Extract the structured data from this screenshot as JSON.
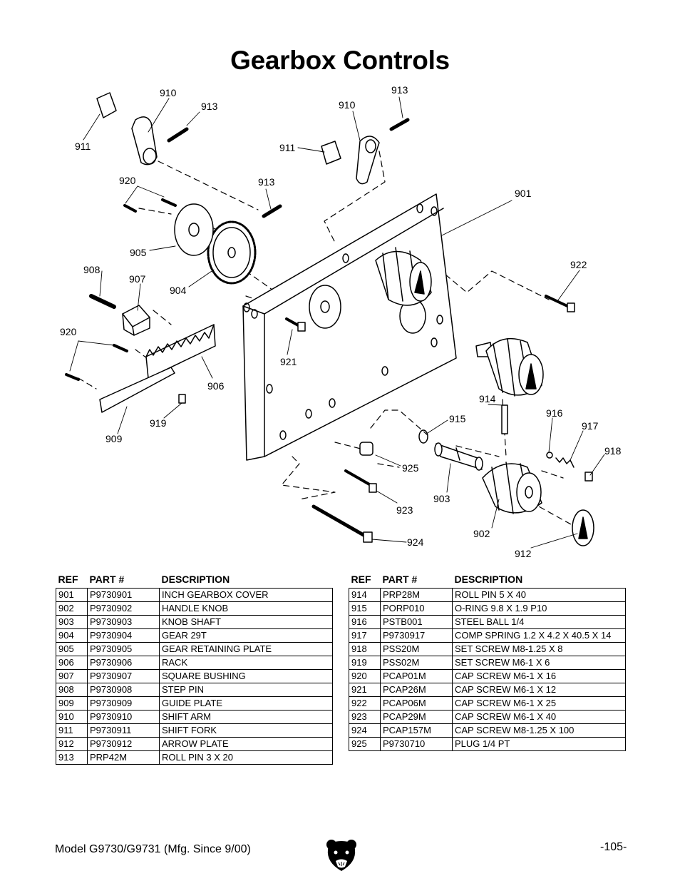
{
  "page": {
    "title": "Gearbox Controls",
    "model": "Model G9730/G9731 (Mfg. Since 9/00)",
    "page_number": "-105-"
  },
  "diagram": {
    "callouts": {
      "c901": "901",
      "c902": "902",
      "c903": "903",
      "c904": "904",
      "c905": "905",
      "c906": "906",
      "c907": "907",
      "c908": "908",
      "c909": "909",
      "c910a": "910",
      "c910b": "910",
      "c911a": "911",
      "c911b": "911",
      "c912": "912",
      "c913a": "913",
      "c913b": "913",
      "c913c": "913",
      "c914": "914",
      "c915": "915",
      "c916": "916",
      "c917": "917",
      "c918": "918",
      "c919": "919",
      "c920a": "920",
      "c920b": "920",
      "c921": "921",
      "c922": "922",
      "c923": "923",
      "c924": "924",
      "c925": "925"
    }
  },
  "table_headers": {
    "ref": "REF",
    "part": "PART #",
    "desc": "DESCRIPTION"
  },
  "parts_left": [
    {
      "ref": "901",
      "part": "P9730901",
      "desc": "INCH GEARBOX COVER"
    },
    {
      "ref": "902",
      "part": "P9730902",
      "desc": "HANDLE KNOB"
    },
    {
      "ref": "903",
      "part": "P9730903",
      "desc": "KNOB SHAFT"
    },
    {
      "ref": "904",
      "part": "P9730904",
      "desc": "GEAR 29T"
    },
    {
      "ref": "905",
      "part": "P9730905",
      "desc": "GEAR RETAINING PLATE"
    },
    {
      "ref": "906",
      "part": "P9730906",
      "desc": "RACK"
    },
    {
      "ref": "907",
      "part": "P9730907",
      "desc": "SQUARE BUSHING"
    },
    {
      "ref": "908",
      "part": "P9730908",
      "desc": "STEP PIN"
    },
    {
      "ref": "909",
      "part": "P9730909",
      "desc": "GUIDE PLATE"
    },
    {
      "ref": "910",
      "part": "P9730910",
      "desc": "SHIFT ARM"
    },
    {
      "ref": "911",
      "part": "P9730911",
      "desc": "SHIFT FORK"
    },
    {
      "ref": "912",
      "part": "P9730912",
      "desc": "ARROW PLATE"
    },
    {
      "ref": "913",
      "part": "PRP42M",
      "desc": "ROLL PIN 3 X 20"
    }
  ],
  "parts_right": [
    {
      "ref": "914",
      "part": "PRP28M",
      "desc": "ROLL PIN 5 X 40"
    },
    {
      "ref": "915",
      "part": "PORP010",
      "desc": "O-RING 9.8 X 1.9 P10"
    },
    {
      "ref": "916",
      "part": "PSTB001",
      "desc": "STEEL BALL 1/4"
    },
    {
      "ref": "917",
      "part": "P9730917",
      "desc": "COMP SPRING 1.2 X 4.2 X 40.5 X 14"
    },
    {
      "ref": "918",
      "part": "PSS20M",
      "desc": "SET SCREW M8-1.25 X 8"
    },
    {
      "ref": "919",
      "part": "PSS02M",
      "desc": "SET SCREW M6-1 X 6"
    },
    {
      "ref": "920",
      "part": "PCAP01M",
      "desc": "CAP SCREW M6-1 X 16"
    },
    {
      "ref": "921",
      "part": "PCAP26M",
      "desc": "CAP SCREW M6-1 X 12"
    },
    {
      "ref": "922",
      "part": "PCAP06M",
      "desc": "CAP SCREW M6-1 X 25"
    },
    {
      "ref": "923",
      "part": "PCAP29M",
      "desc": "CAP SCREW M6-1 X 40"
    },
    {
      "ref": "924",
      "part": "PCAP157M",
      "desc": "CAP SCREW M8-1.25 X 100"
    },
    {
      "ref": "925",
      "part": "P9730710",
      "desc": "PLUG 1/4 PT"
    }
  ]
}
